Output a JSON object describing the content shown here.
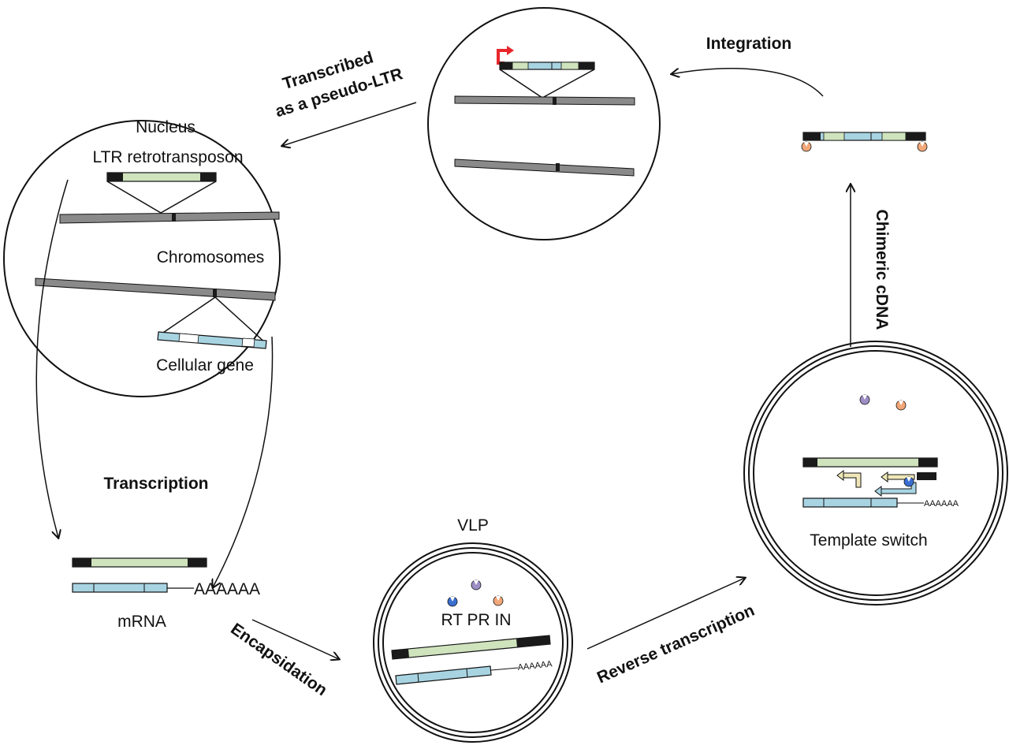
{
  "labels": {
    "nucleus": "Nucleus",
    "ltr_retrotransposon": "LTR retrotransposon",
    "chromosomes": "Chromosomes",
    "cellular_gene": "Cellular gene",
    "transcription": "Transcription",
    "mrna": "mRNA",
    "polya_large": "AAAAAA",
    "encapsidation": "Encapsidation",
    "vlp": "VLP",
    "proteins": "RT PR IN",
    "polya_vlp": "AAAAAA",
    "reverse_transcription": "Reverse transcription",
    "template_switch": "Template switch",
    "polya_ts": "AAAAAA",
    "chimeric_cdna": "Chimeric cDNA",
    "integration": "Integration",
    "transcribed_line1": "Transcribed",
    "transcribed_line2": "as a pseudo-LTR"
  },
  "colors": {
    "ltr": "#1a1a1a",
    "retro_body": "#cfe3bd",
    "gene": "#a8d4e2",
    "chromosome": "#8a8a8a",
    "promoter_arrow": "#e8262b",
    "rt_protein": "#3a6fd0",
    "pr_protein": "#9d8ec4",
    "in_protein": "#f2a779"
  }
}
